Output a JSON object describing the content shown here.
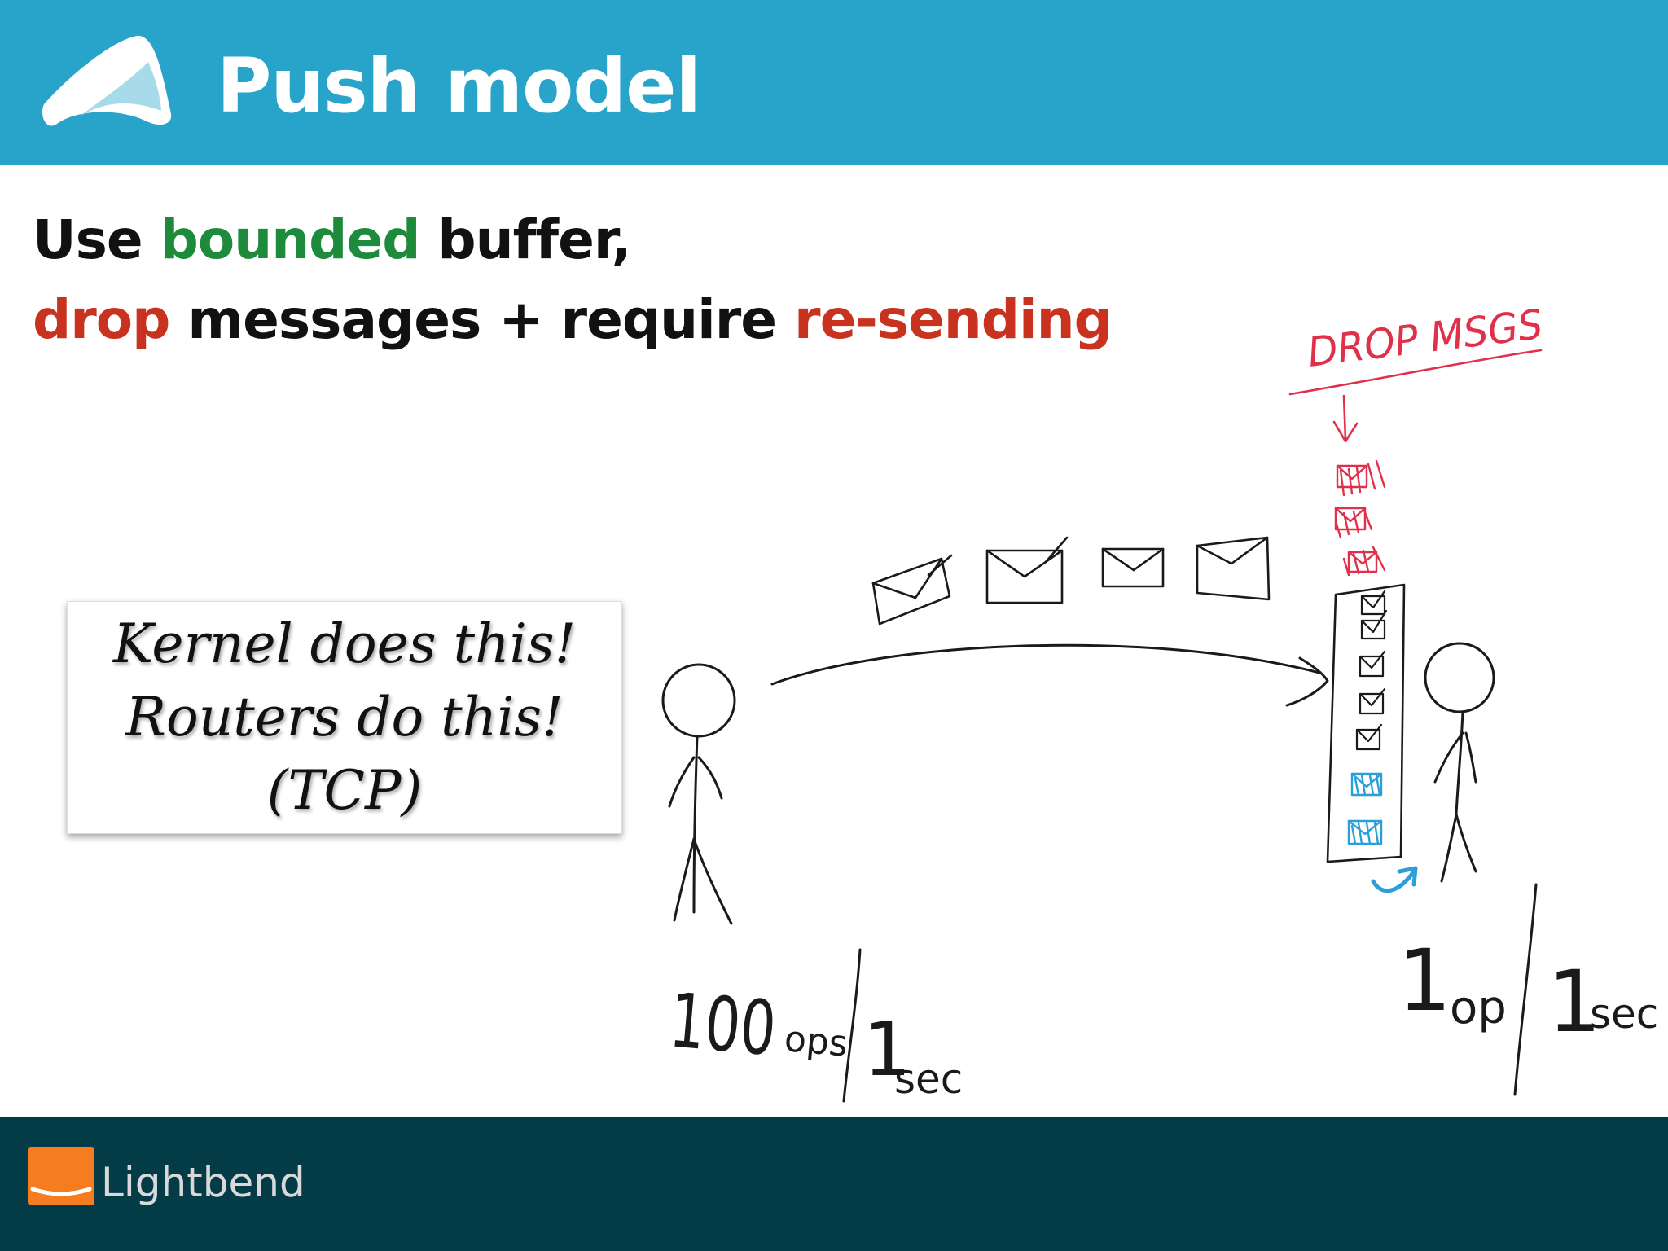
{
  "header": {
    "title": "Push model",
    "logo_icon": "mountain-logo-icon"
  },
  "headline": {
    "line1": {
      "part1": "Use ",
      "highlight": "bounded",
      "part2": " buffer,"
    },
    "line2": {
      "highlight1": "drop",
      "middle": " messages + require ",
      "highlight2": "re-sending"
    }
  },
  "callout": {
    "line1": "Kernel does this!",
    "line2": "Routers do this!",
    "line3": "(TCP)"
  },
  "diagram": {
    "drop_label": "DROP MSGS",
    "sender_rate": {
      "count": "100",
      "unit": "ops",
      "time": "1",
      "time_unit": "sec"
    },
    "receiver_rate": {
      "count": "1",
      "unit": "op",
      "time": "1",
      "time_unit": "sec"
    },
    "icons": [
      "stick-figure-sender",
      "stick-figure-receiver",
      "envelope-icon",
      "buffer-icon",
      "arrow-icon"
    ]
  },
  "footer": {
    "brand": "Lightbend",
    "brand_icon": "lightbend-logo-icon"
  },
  "colors": {
    "header_bg": "#28a3c9",
    "footer_bg": "#033b46",
    "green": "#1e8a3c",
    "red": "#c8321e",
    "drop_pink": "#e0304a",
    "blue": "#2a9fd8",
    "brand_orange": "#f57c1f"
  }
}
